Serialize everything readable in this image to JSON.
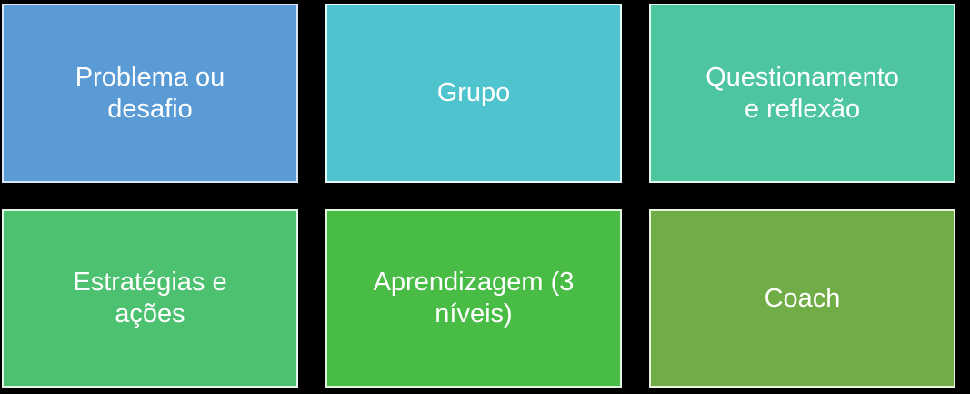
{
  "diagram": {
    "type": "smartart-grid",
    "background_color": "#000000",
    "text_color": "#FFFFFF",
    "grid": {
      "columns": 3,
      "rows": 2
    },
    "boxes": [
      {
        "id": "problema-ou-desafio",
        "label": "Problema ou\ndesafio",
        "fill": "#5B9BD5",
        "border": "#D9E4F4"
      },
      {
        "id": "grupo",
        "label": "Grupo",
        "fill": "#4FC3CE",
        "border": "#E7F8F8"
      },
      {
        "id": "questionamento-e-reflexao",
        "label": "Questionamento\ne reflexão",
        "fill": "#4DC5A0",
        "border": "#E0F5EC"
      },
      {
        "id": "estrategias-e-acoes",
        "label": "Estratégias e\nações",
        "fill": "#4CC16F",
        "border": "#E4F6EA"
      },
      {
        "id": "aprendizagem-3-niveis",
        "label": "Aprendizagem (3\nníveis)",
        "fill": "#49BC45",
        "border": "#E2F5E0"
      },
      {
        "id": "coach",
        "label": "Coach",
        "fill": "#70AD47",
        "border": "#EAF3DD"
      }
    ]
  }
}
